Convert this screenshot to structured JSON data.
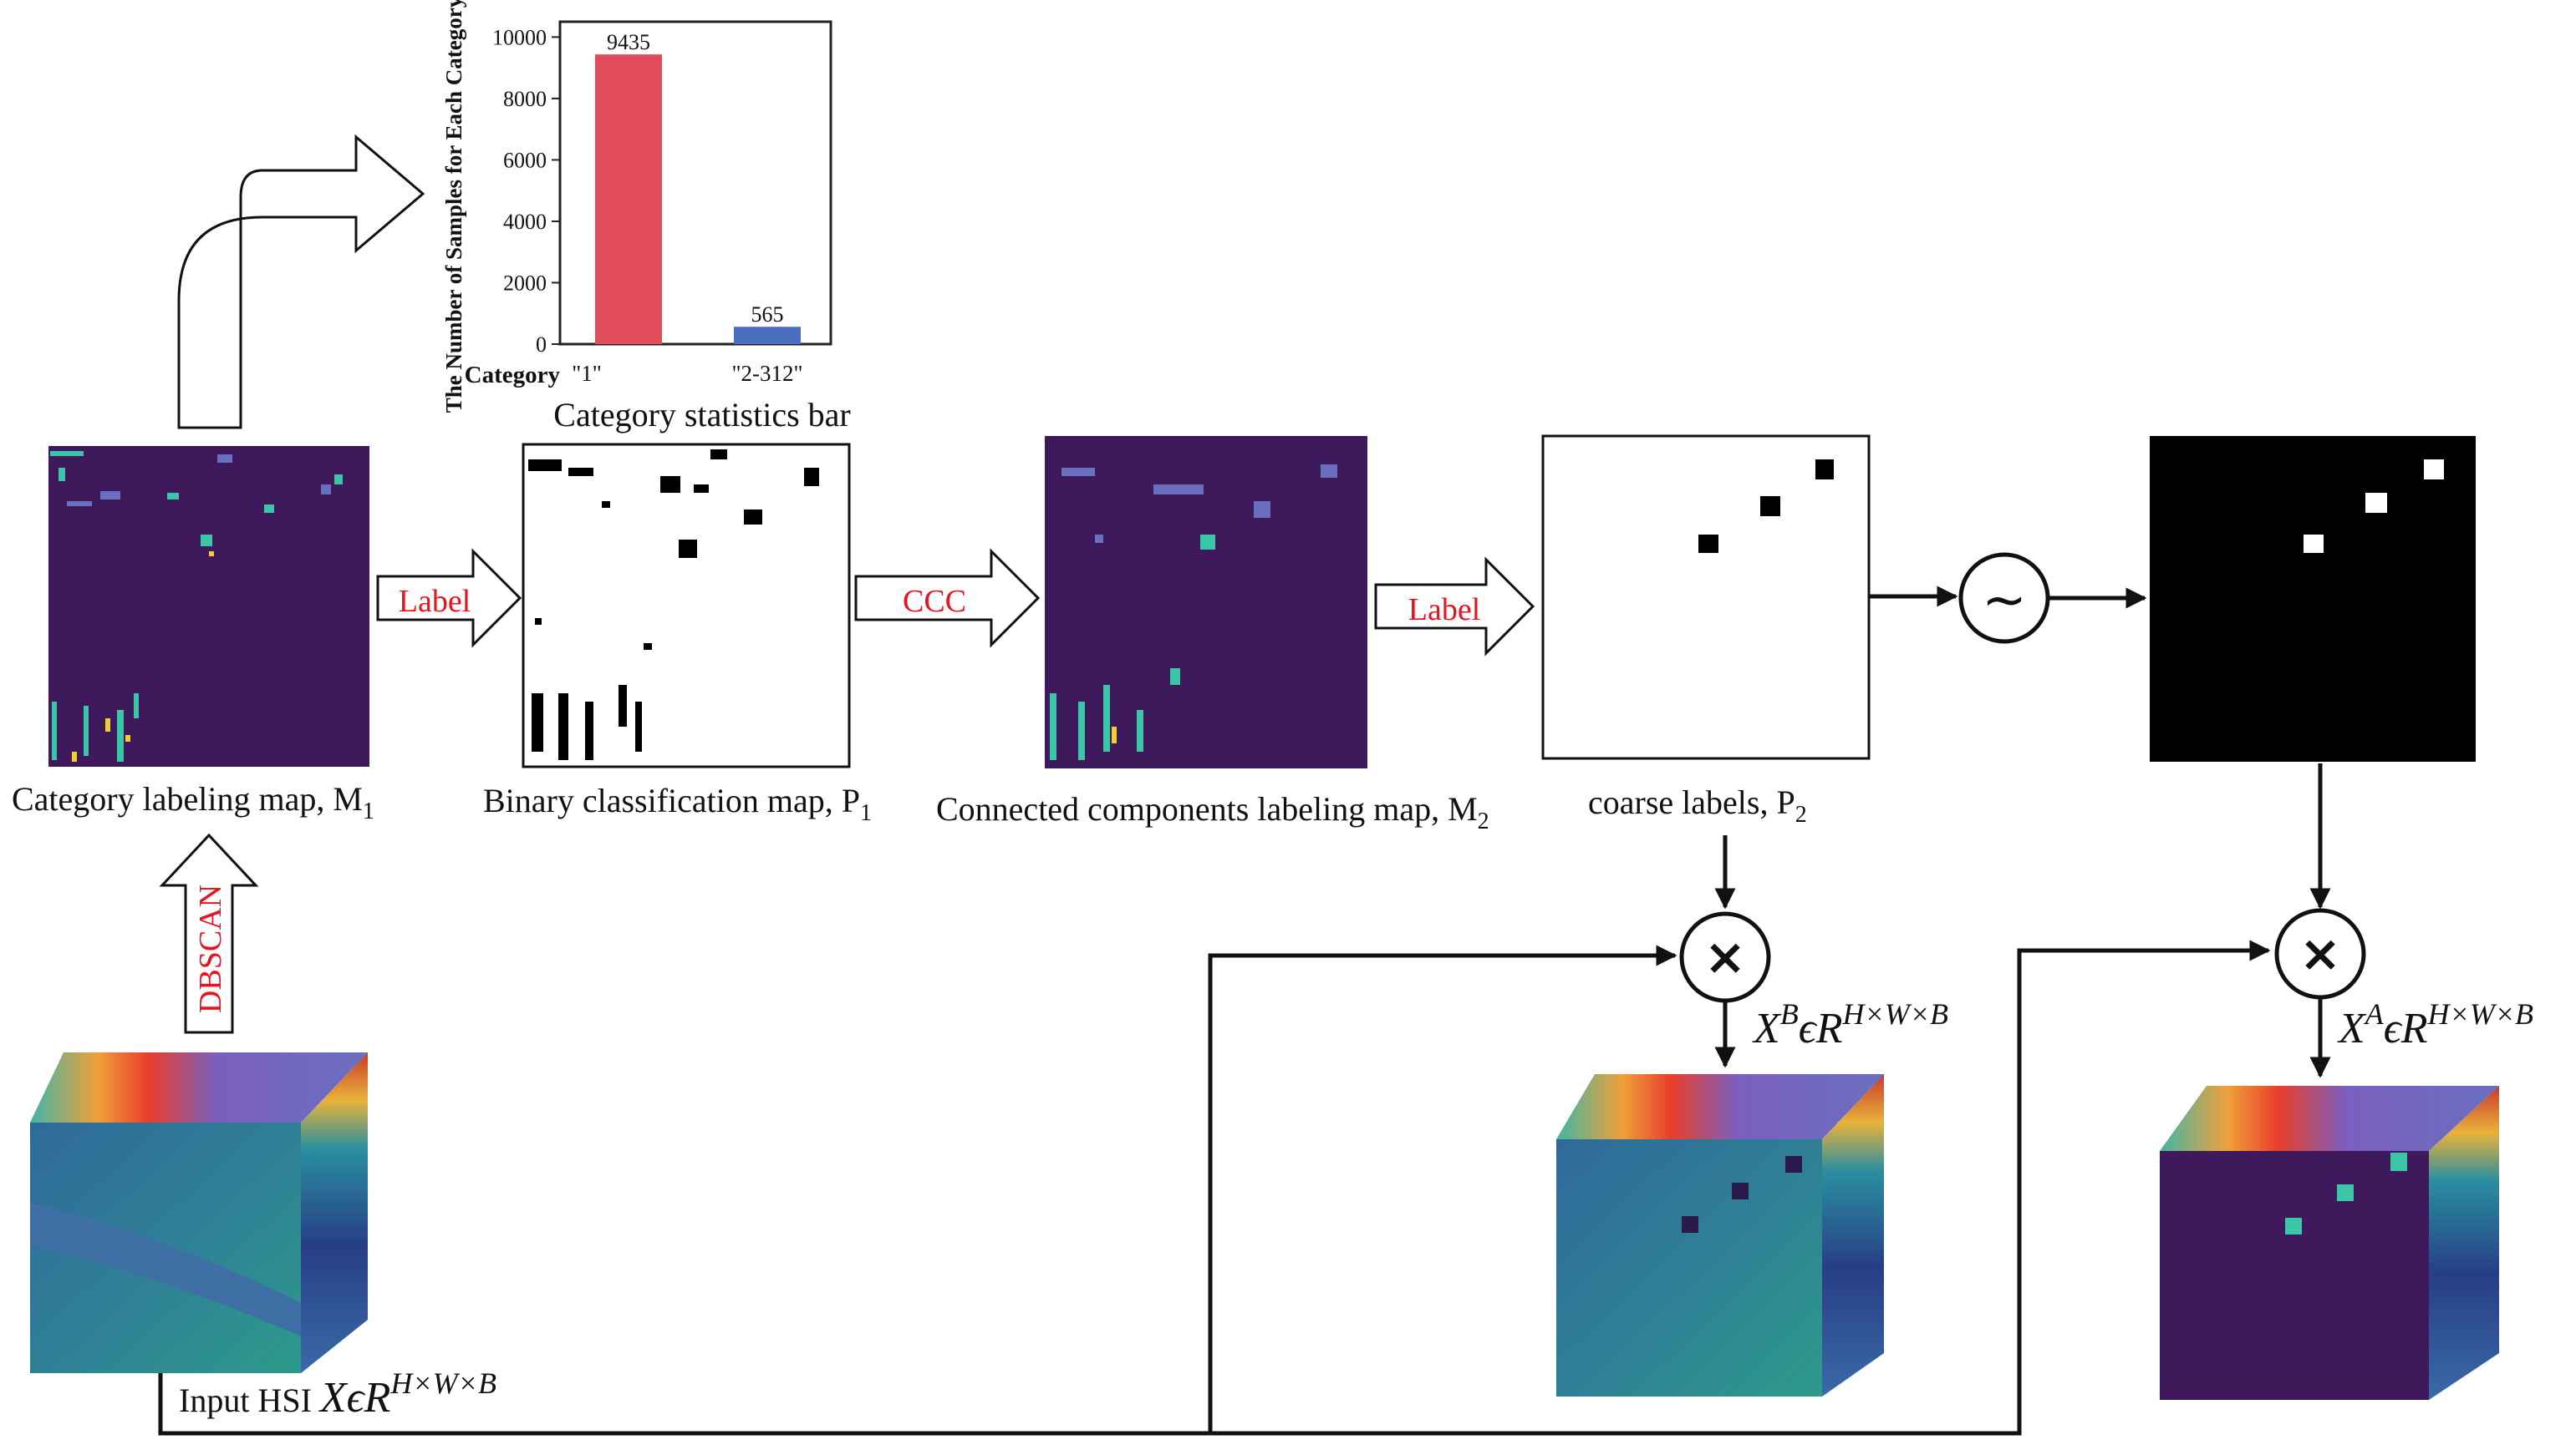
{
  "chart_data": {
    "type": "bar",
    "categories": [
      "\"1\"",
      "\"2-312\""
    ],
    "values": [
      9435,
      565
    ],
    "data_labels": [
      "9435",
      "565"
    ],
    "bar_colors": [
      "#e14c5a",
      "#4a6fc0"
    ],
    "ylabel": "The Number of Samples for Each Category",
    "xlabel": "Category",
    "yticks": [
      "0",
      "2000",
      "4000",
      "6000",
      "8000",
      "10000"
    ],
    "ylim": [
      0,
      10500
    ],
    "caption": "Category statistics bar"
  },
  "labels": {
    "m1": "Category labeling map, M",
    "m1_sub": "1",
    "p1": "Binary classification map, P",
    "p1_sub": "1",
    "m2": "Connected components labeling map, M",
    "m2_sub": "2",
    "p2": "coarse labels, P",
    "p2_sub": "2",
    "input": "Input HSI ",
    "input_math": "XϵR",
    "input_sup": "H×W×B",
    "xb_math": "X",
    "xb_sup1": "B",
    "xb_mid": "ϵR",
    "xb_sup2": "H×W×B",
    "xa_math": "X",
    "xa_sup1": "A",
    "xa_mid": "ϵR",
    "xa_sup2": "H×W×B"
  },
  "arrows": {
    "label1": "Label",
    "ccc": "CCC",
    "label2": "Label",
    "dbscan": "DBSCAN"
  },
  "operators": {
    "invert": "~",
    "multiply": "×"
  },
  "colors": {
    "map_bg": "#3e1a5c",
    "accent_red": "#e8131e",
    "arrow_stroke": "#111111"
  }
}
